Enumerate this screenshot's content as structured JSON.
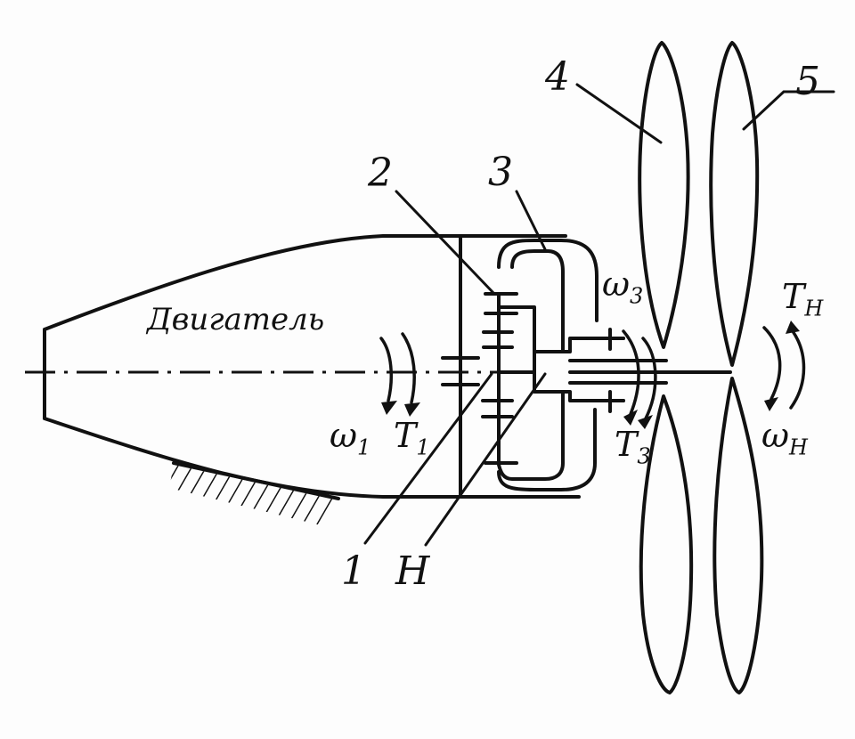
{
  "engine_label": "Двигатель",
  "callouts": {
    "sun_gear": "1",
    "planet_gear": "2",
    "ring_gear": "3",
    "propeller_front": "4",
    "propeller_rear": "5",
    "carrier": "H"
  },
  "symbols": {
    "omega_1": "ω",
    "omega_1_sub": "1",
    "torque_1": "T",
    "torque_1_sub": "1",
    "omega_3": "ω",
    "omega_3_sub": "3",
    "torque_3": "T",
    "torque_3_sub": "3",
    "torque_h": "T",
    "torque_h_sub": "H",
    "omega_h": "ω",
    "omega_h_sub": "H"
  }
}
